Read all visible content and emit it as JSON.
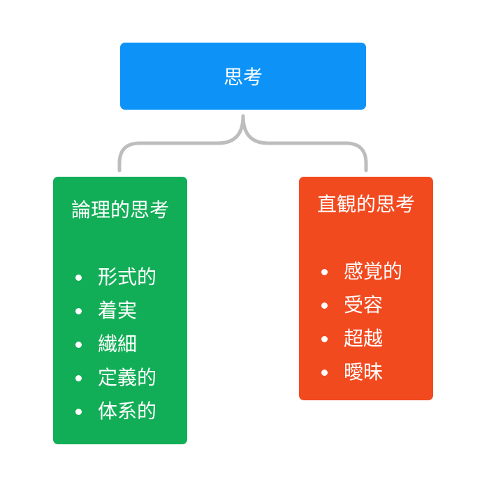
{
  "diagram": {
    "root": {
      "label": "思考",
      "color": "#0d93f7"
    },
    "branches": [
      {
        "title": "論理的思考",
        "color": "#12ae57",
        "items": [
          "形式的",
          "着実",
          "繊細",
          "定義的",
          "体系的"
        ]
      },
      {
        "title": "直観的思考",
        "color": "#f24a1f",
        "items": [
          "感覚的",
          "受容",
          "超越",
          "曖昧"
        ]
      }
    ],
    "connector_color": "#bdbdbd"
  }
}
